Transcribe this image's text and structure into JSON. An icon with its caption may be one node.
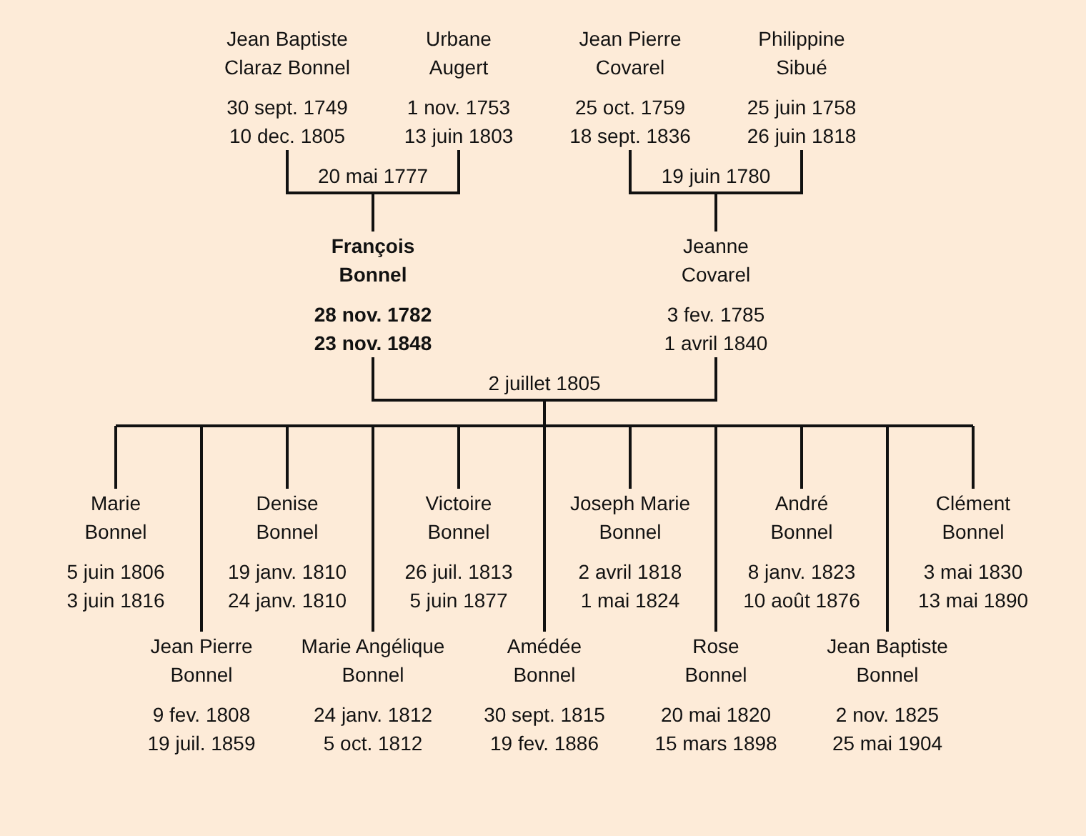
{
  "diagram": {
    "nodes": [
      {
        "text": [
          "Jean Baptiste Claraz Bonnel",
          "30 sept. 1749",
          "10 dec. 1805"
        ]
      },
      {
        "text": [
          "Urbane Augert",
          "1 nov. 1753",
          "13 juin 1803"
        ]
      },
      {
        "text": [
          "Jean Pierre Covarel",
          "25 oct. 1759",
          "18 sept. 1836"
        ]
      },
      {
        "text": [
          "Philippine Sibué",
          "25 juin 1758",
          "26 juin 1818"
        ]
      },
      {
        "text": [
          "François Bonnel",
          "28 nov. 1782",
          "23 nov. 1848"
        ]
      },
      {
        "text": [
          "Jeanne Covarel",
          "3 fev. 1785",
          "1 avril 1840"
        ]
      },
      {
        "text": [
          "Marie Bonnel",
          "5 juin 1806",
          "3 juin 1816"
        ]
      },
      {
        "text": [
          "Denise Bonnel",
          "19 janv. 1810",
          "24 janv. 1810"
        ]
      },
      {
        "text": [
          "Victoire Bonnel",
          "26 juil. 1813",
          "5 juin 1877"
        ]
      },
      {
        "text": [
          "Joseph Marie Bonnel",
          "2 avril 1818",
          "1 mai 1824"
        ]
      },
      {
        "text": [
          "André Bonnel",
          "8 janv. 1823",
          "10 août 1876"
        ]
      },
      {
        "text": [
          "Clément Bonnel",
          "3 mai 1830",
          "13 mai 1890"
        ]
      },
      {
        "text": [
          "Jean Pierre Bonnel",
          "9 fev. 1808",
          "19 juil. 1859"
        ]
      },
      {
        "text": [
          "Marie Angélique Bonnel",
          "24 janv. 1812",
          "5 oct. 1812"
        ]
      },
      {
        "text": [
          "Amédée Bonnel",
          "30 sept. 1815",
          "19 fev. 1886"
        ]
      },
      {
        "text": [
          "Rose Bonnel",
          "20 mai 1820",
          "15 mars 1898"
        ]
      },
      {
        "text": [
          "Jean Baptiste Bonnel",
          "2 nov. 1825",
          "25 mai 1904"
        ]
      }
    ],
    "edges": [
      {
        "from": 0,
        "to": 4,
        "arrow": "none",
        "label": "20 mai 1777"
      },
      {
        "from": 1,
        "to": 4,
        "arrow": "none"
      },
      {
        "from": 2,
        "to": 5,
        "arrow": "none",
        "label": "19 juin 1780"
      },
      {
        "from": 3,
        "to": 5,
        "arrow": "none"
      },
      {
        "from": 4,
        "to": 6,
        "arrow": "none",
        "label": "2 juillet 1805"
      },
      {
        "from": 5,
        "to": 6,
        "arrow": "none"
      },
      {
        "from": 4,
        "to": 7,
        "arrow": "none"
      },
      {
        "from": 5,
        "to": 7,
        "arrow": "none"
      },
      {
        "from": 4,
        "to": 8,
        "arrow": "none"
      },
      {
        "from": 5,
        "to": 8,
        "arrow": "none"
      },
      {
        "from": 4,
        "to": 9,
        "arrow": "none"
      },
      {
        "from": 5,
        "to": 9,
        "arrow": "none"
      },
      {
        "from": 4,
        "to": 10,
        "arrow": "none"
      },
      {
        "from": 5,
        "to": 10,
        "arrow": "none"
      },
      {
        "from": 4,
        "to": 11,
        "arrow": "none"
      },
      {
        "from": 5,
        "to": 11,
        "arrow": "none"
      },
      {
        "from": 4,
        "to": 12,
        "arrow": "none"
      },
      {
        "from": 5,
        "to": 12,
        "arrow": "none"
      },
      {
        "from": 4,
        "to": 13,
        "arrow": "none"
      },
      {
        "from": 5,
        "to": 13,
        "arrow": "none"
      },
      {
        "from": 4,
        "to": 14,
        "arrow": "none"
      },
      {
        "from": 5,
        "to": 14,
        "arrow": "none"
      },
      {
        "from": 4,
        "to": 15,
        "arrow": "none"
      },
      {
        "from": 5,
        "to": 15,
        "arrow": "none"
      },
      {
        "from": 4,
        "to": 16,
        "arrow": "none"
      },
      {
        "from": 5,
        "to": 16,
        "arrow": "none"
      }
    ]
  }
}
